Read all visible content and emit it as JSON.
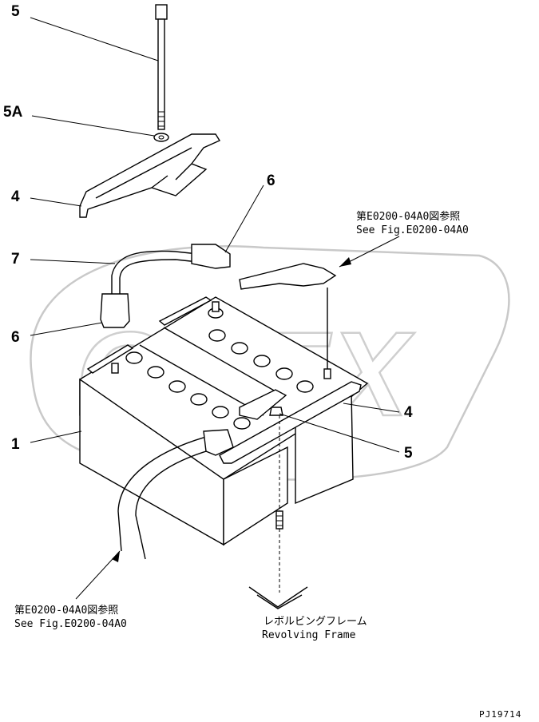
{
  "callouts": {
    "c5_top": "5",
    "c5a": "5A",
    "c4_top": "4",
    "c6_top": "6",
    "c7": "7",
    "c6_left": "6",
    "c1": "1",
    "c4_right": "4",
    "c5_right": "5"
  },
  "refs": {
    "upper_jp": "第E0200-04A0図参照",
    "upper_en": "See Fig.E0200-04A0",
    "lower_jp": "第E0200-04A0図参照",
    "lower_en": "See Fig.E0200-04A0"
  },
  "frame": {
    "label_jp": "レボルビングフレーム",
    "label_en": "Revolving Frame"
  },
  "watermark": "OPEX",
  "drawing_code": "PJ19714",
  "colors": {
    "ink": "#000000",
    "watermark": "#cfcfcf",
    "paper": "#ffffff"
  }
}
